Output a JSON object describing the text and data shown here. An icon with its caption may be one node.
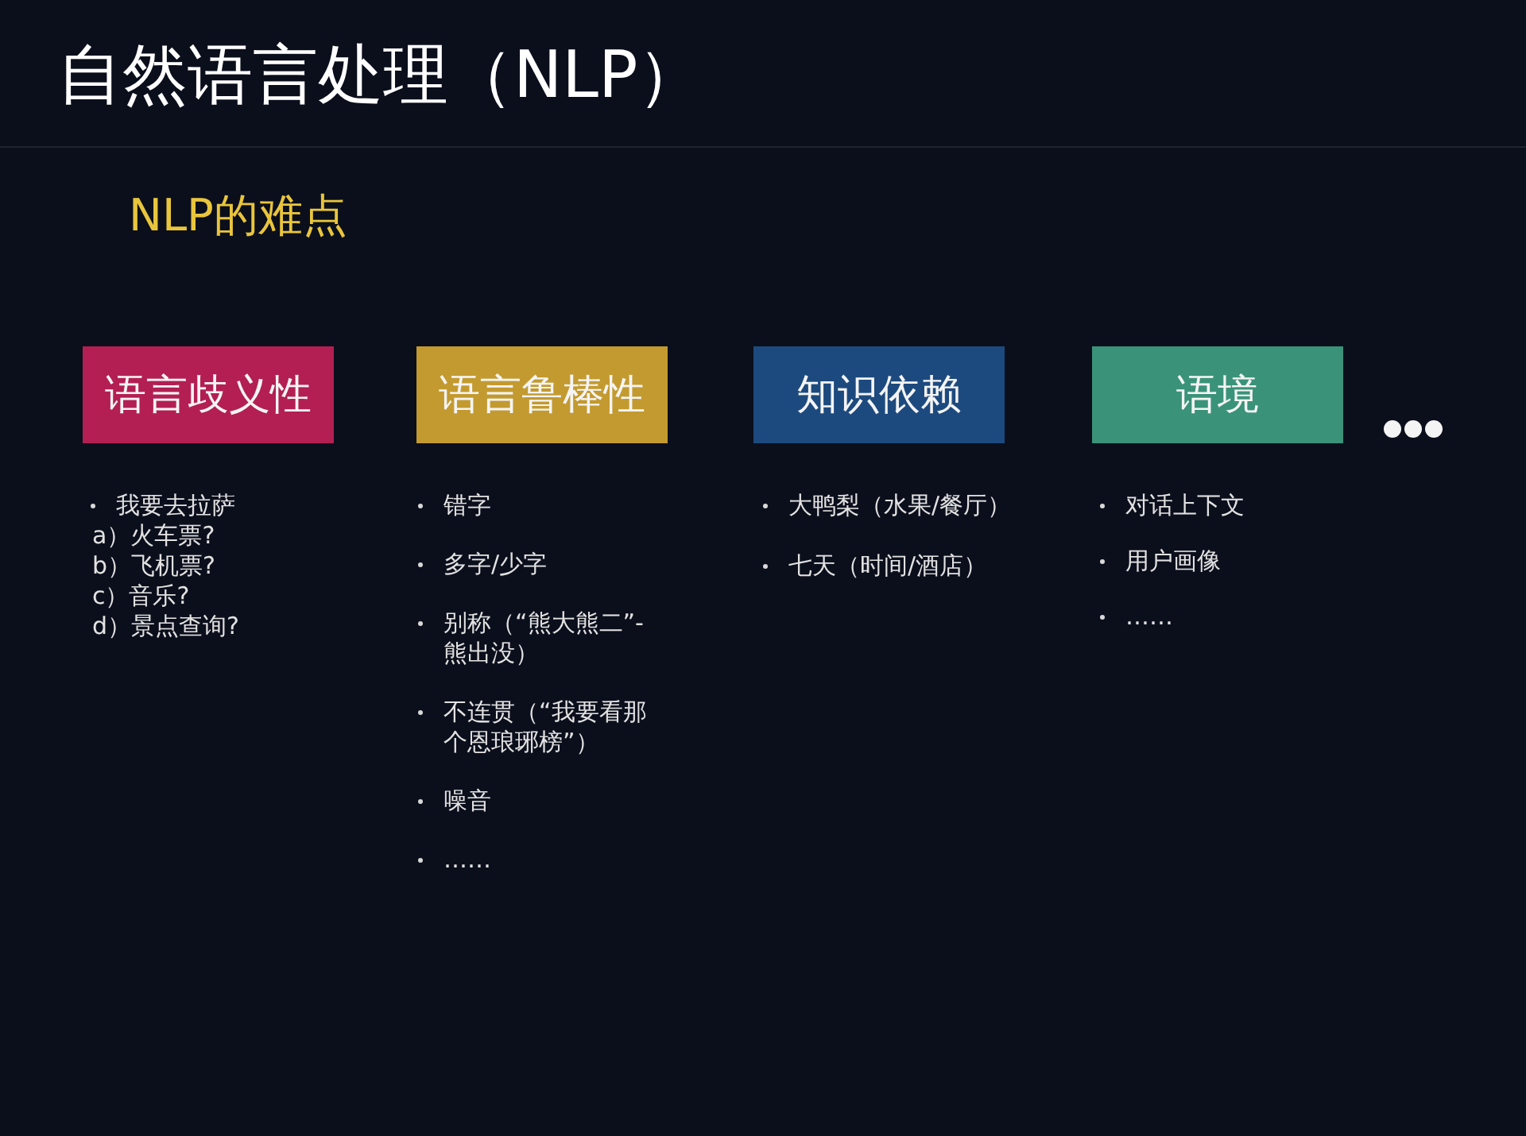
{
  "diagram": {
    "title": "自然语言处理（NLP）",
    "nodes": [
      {
        "text": [
          "语言歧义性"
        ],
        "beside": [
          "我要去拉萨",
          "a）火车票?",
          "b）飞机票?",
          "c）音乐?",
          "d）景点查询?"
        ]
      },
      {
        "text": [
          "语言鲁棒性"
        ],
        "beside": [
          "错字",
          "多字/少字",
          "别称（“熊大熊二”-熊出没）",
          "不连贯（“我要看那个恩琅琊榜”）",
          "噪音",
          "……"
        ]
      },
      {
        "text": [
          "知识依赖"
        ],
        "beside": [
          "大鸭梨（水果/餐厅）",
          "七天（时间/酒店）"
        ]
      },
      {
        "text": [
          "语境"
        ],
        "beside": [
          "对话上下文",
          "用户画像",
          "……"
        ]
      }
    ],
    "labels": [
      "NLP的难点"
    ]
  }
}
